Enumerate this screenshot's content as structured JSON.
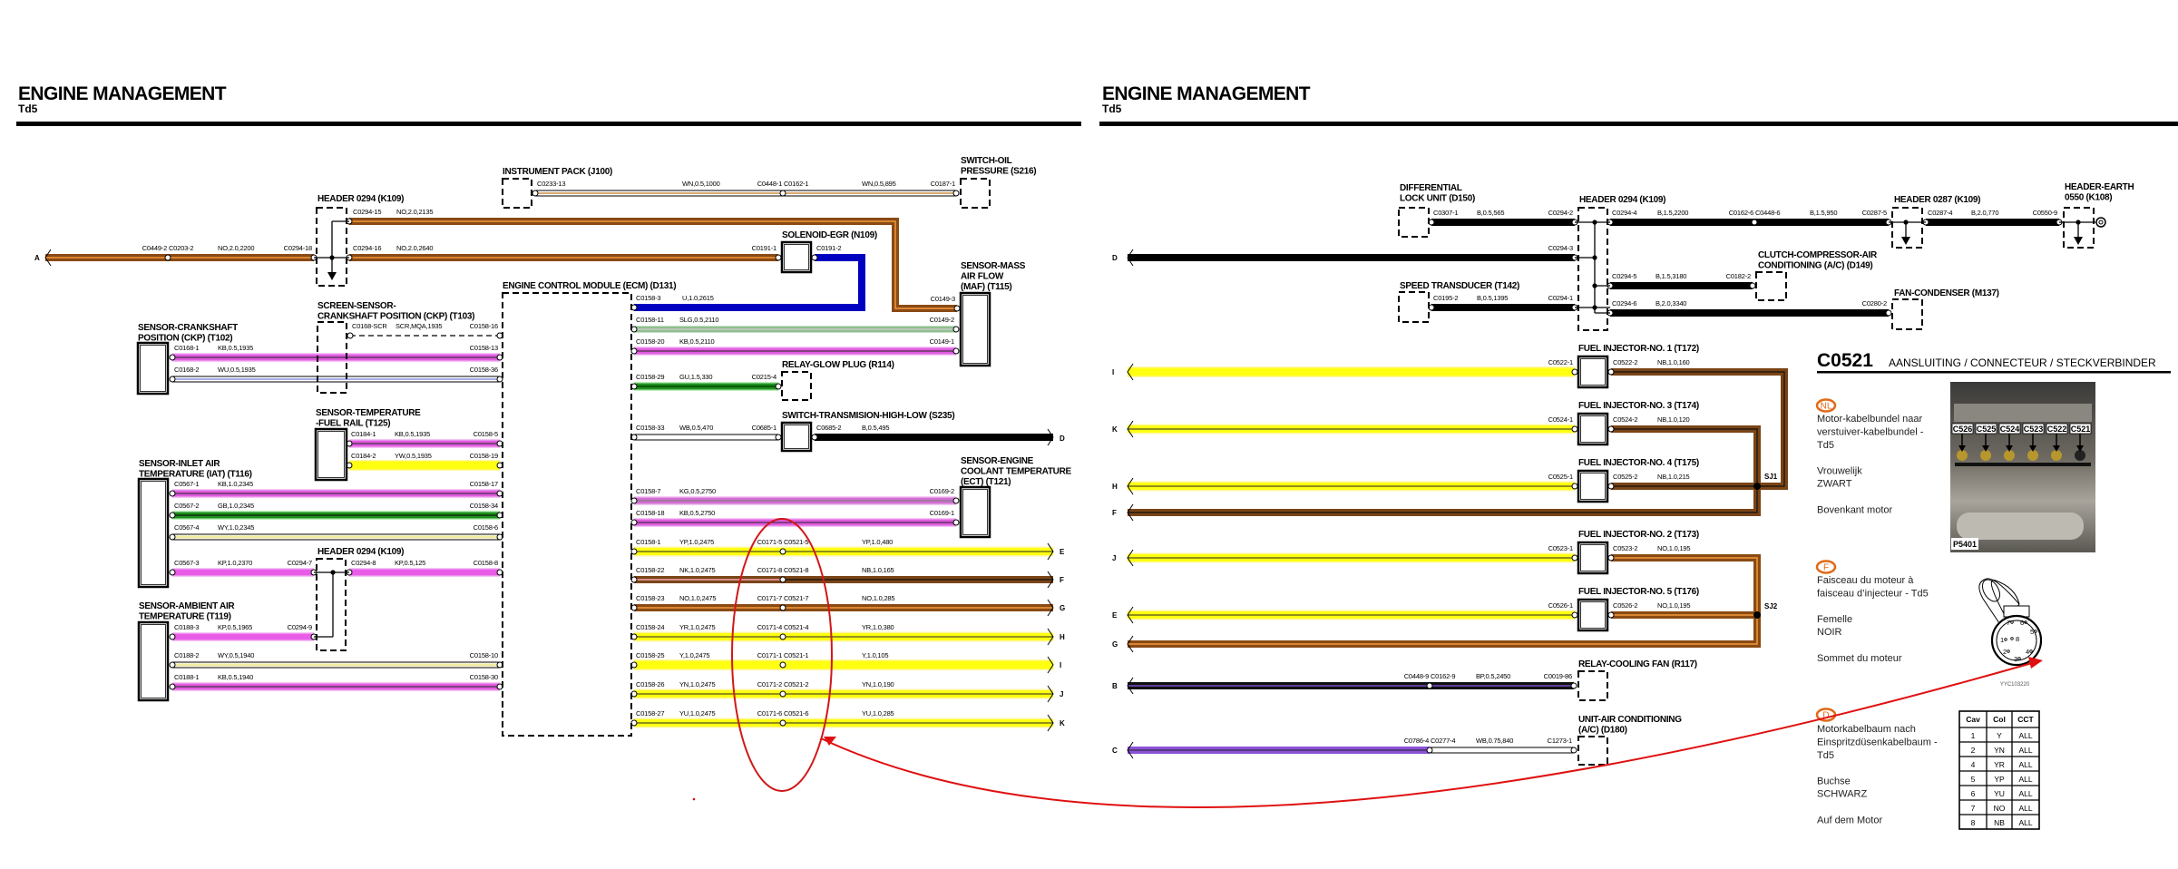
{
  "left": {
    "title": "ENGINE MANAGEMENT",
    "subtitle": "Td5",
    "components": [
      [
        "HEADER 0294 (K109)"
      ],
      [
        "INSTRUMENT PACK (J100)"
      ],
      [
        "SWITCH-OIL",
        "PRESSURE (S216)"
      ],
      [
        "SOLENOID-EGR (N109)"
      ],
      [
        "ENGINE CONTROL MODULE (ECM) (D131)"
      ],
      [
        "SENSOR-MASS",
        "AIR FLOW",
        "(MAF) (T115)"
      ],
      [
        "RELAY-GLOW PLUG (R114)"
      ],
      [
        "SWITCH-TRANSMISION-HIGH-LOW (S235)"
      ],
      [
        "SENSOR-ENGINE",
        "COOLANT TEMPERATURE",
        "(ECT) (T121)"
      ],
      [
        "SENSOR-CRANKSHAFT",
        "POSITION (CKP) (T102)"
      ],
      [
        "SCREEN-SENSOR-",
        "CRANKSHAFT POSITION (CKP) (T103)"
      ],
      [
        "SENSOR-TEMPERATURE",
        "-FUEL RAIL (T125)"
      ],
      [
        "SENSOR-INLET AIR",
        "TEMPERATURE (IAT) (T116)"
      ],
      [
        "HEADER 0294 (K109)"
      ],
      [
        "SENSOR-AMBIENT AIR",
        "TEMPERATURE (T119)"
      ]
    ],
    "wires": [
      {
        "letter": "A",
        "mid": "C0449-2 C0203-2",
        "spec": "NO,2.0,2200",
        "to": "C0294-18"
      },
      {
        "from": "C0294-15",
        "spec": "NO,2.0,2135",
        "to": "C0149-3"
      },
      {
        "from": "C0294-16",
        "spec": "NO,2.0,2640",
        "to": "C0191-1"
      },
      {
        "from": "C0233-13",
        "spec": "WN,0.5,1000",
        "mid": "C0448-1 C0162-1",
        "spec2": "WN,0.5,895",
        "to": "C0187-1"
      },
      {
        "from": "C0158-3",
        "spec": "U,1.0,2615",
        "to": "C0191-2"
      },
      {
        "from": "C0158-11",
        "spec": "SLG,0.5,2110",
        "to": "C0149-2"
      },
      {
        "from": "C0158-20",
        "spec": "KB,0.5,2110",
        "to": "C0149-1"
      },
      {
        "from": "C0158-29",
        "spec": "GU,1.5,330",
        "to": "C0215-4"
      },
      {
        "from": "C0158-33",
        "spec": "WB,0.5,470",
        "to": "C0685-1"
      },
      {
        "from": "C0685-2",
        "spec": "B,0.5,495",
        "letter": "D"
      },
      {
        "from": "C0158-7",
        "spec": "KG,0.5,2750",
        "to": "C0169-2"
      },
      {
        "from": "C0158-18",
        "spec": "KB,0.5,2750",
        "to": "C0169-1"
      },
      {
        "from": "C0158-1",
        "spec": "YP,1.0,2475",
        "mid": "C0171-5 C0521-5",
        "spec2": "YP,1.0,480",
        "letter": "E"
      },
      {
        "from": "C0158-22",
        "spec": "NK,1.0,2475",
        "mid": "C0171-8 C0521-8",
        "spec2": "NB,1.0,165",
        "letter": "F"
      },
      {
        "from": "C0158-23",
        "spec": "NO,1.0,2475",
        "mid": "C0171-7 C0521-7",
        "spec2": "NO,1.0,285",
        "letter": "G"
      },
      {
        "from": "C0158-24",
        "spec": "YR,1.0,2475",
        "mid": "C0171-4 C0521-4",
        "spec2": "YR,1.0,380",
        "letter": "H"
      },
      {
        "from": "C0158-25",
        "spec": "Y,1.0,2475",
        "mid": "C0171-1 C0521-1",
        "spec2": "Y,1.0,105",
        "letter": "I"
      },
      {
        "from": "C0158-26",
        "spec": "YN,1.0,2475",
        "mid": "C0171-2 C0521-2",
        "spec2": "YN,1.0,190",
        "letter": "J"
      },
      {
        "from": "C0158-27",
        "spec": "YU,1.0,2475",
        "mid": "C0171-6 C0521-6",
        "spec2": "YU,1.0,285",
        "letter": "K"
      },
      {
        "from": "C0168-1",
        "spec": "KB,0.5,1935",
        "to": "C0158-13"
      },
      {
        "from": "C0168-2",
        "spec": "WU,0.5,1935",
        "to": "C0158-36"
      },
      {
        "from": "C0168-SCR",
        "spec": "SCR,MQA,1935",
        "to": "C0158-16"
      },
      {
        "from": "C0184-1",
        "spec": "KB,0.5,1935",
        "to": "C0158-5"
      },
      {
        "from": "C0184-2",
        "spec": "YW,0.5,1935",
        "to": "C0158-19"
      },
      {
        "from": "C0567-1",
        "spec": "KB,1.0,2345",
        "to": "C0158-17"
      },
      {
        "from": "C0567-2",
        "spec": "GB,1.0,2345",
        "to": "C0158-34"
      },
      {
        "from": "C0567-4",
        "spec": "WY,1.0,2345",
        "to": "C0158-6"
      },
      {
        "from": "C0567-3",
        "spec": "KP,1.0,2370",
        "to": "C0294-7"
      },
      {
        "from": "C0294-8",
        "spec": "KP,0.5,125",
        "to": "C0158-8"
      },
      {
        "from": "C0188-3",
        "spec": "KP,0.5,1965",
        "to": "C0294-9"
      },
      {
        "from": "C0188-2",
        "spec": "WY,0.5,1940",
        "to": "C0158-10"
      },
      {
        "from": "C0188-1",
        "spec": "KB,0.5,1940",
        "to": "C0158-30"
      }
    ]
  },
  "right": {
    "title": "ENGINE MANAGEMENT",
    "subtitle": "Td5",
    "components": [
      [
        "DIFFERENTIAL",
        "LOCK UNIT (D150)"
      ],
      [
        "SPEED TRANSDUCER (T142)"
      ],
      [
        "HEADER 0294 (K109)"
      ],
      [
        "HEADER 0287 (K109)"
      ],
      [
        "HEADER-EARTH",
        "0550 (K108)"
      ],
      [
        "CLUTCH-COMPRESSOR-AIR",
        "CONDITIONING (A/C) (D149)"
      ],
      [
        "FAN-CONDENSER (M137)"
      ],
      [
        "FUEL INJECTOR-NO. 1 (T172)"
      ],
      [
        "FUEL INJECTOR-NO. 3 (T174)"
      ],
      [
        "FUEL INJECTOR-NO. 4 (T175)"
      ],
      [
        "FUEL INJECTOR-NO. 2 (T173)"
      ],
      [
        "FUEL INJECTOR-NO. 5 (T176)"
      ],
      [
        "RELAY-COOLING FAN (R117)"
      ],
      [
        "UNIT-AIR CONDITIONING",
        "(A/C) (D180)"
      ]
    ],
    "wires": [
      {
        "letter": "D",
        "to": "C0294-3"
      },
      {
        "from": "C0307-1",
        "spec": "B,0.5,565",
        "to": "C0294-2"
      },
      {
        "from": "C0195-2",
        "spec": "B,0.5,1395",
        "to": "C0294-1"
      },
      {
        "from": "C0294-4",
        "spec": "B,1.5,2200",
        "mid": "C0162-6 C0448-6",
        "spec2": "B,1.5,950",
        "to": "C0287-5"
      },
      {
        "from": "C0287-4",
        "spec": "B,2.0,770",
        "to": "C0550-9"
      },
      {
        "from": "C0294-5",
        "spec": "B,1.5,3180",
        "to": "C0182-2"
      },
      {
        "from": "C0294-6",
        "spec": "B,2.0,3340",
        "to": "C0280-2"
      },
      {
        "letter": "I",
        "to": "C0522-1"
      },
      {
        "letter": "K",
        "to": "C0524-1"
      },
      {
        "letter": "H",
        "to": "C0525-1"
      },
      {
        "letter": "J",
        "to": "C0523-1"
      },
      {
        "letter": "E",
        "to": "C0526-1"
      },
      {
        "from": "C0522-2",
        "spec": "NB,1.0,160"
      },
      {
        "from": "C0524-2",
        "spec": "NB,1.0,120",
        "letter": "F"
      },
      {
        "from": "C0525-2",
        "spec": "NB,1.0,215",
        "junction": "SJ1"
      },
      {
        "from": "C0523-2",
        "spec": "NO,1.0,195",
        "letter": "G"
      },
      {
        "from": "C0526-2",
        "spec": "NO,1.0,195",
        "junction": "SJ2"
      },
      {
        "letter": "B",
        "mid": "C0448-9 C0162-9",
        "spec": "BP,0.5,2450",
        "to": "C0019-86"
      },
      {
        "letter": "C",
        "mid": "C0786-4 C0277-4",
        "spec": "WB,0.75,840",
        "to": "C1273-1"
      }
    ]
  },
  "connector": {
    "code": "C0521",
    "title": "AANSLUITING / CONNECTEUR / STECKVERBINDER",
    "langs": [
      {
        "badge": "NL",
        "desc": [
          "Motor-kabelbundel naar",
          "verstuiver-kabelbundel -",
          "Td5"
        ],
        "gender": "Vrouwelijk",
        "colour": "ZWART",
        "location": "Bovenkant motor"
      },
      {
        "badge": "F",
        "desc": [
          "Faisceau du moteur à",
          "faisceau d’injecteur - Td5"
        ],
        "gender": "Femelle",
        "colour": "NOIR",
        "location": "Sommet du moteur"
      },
      {
        "badge": "D",
        "desc": [
          "Motorkabelbaum nach",
          "Einspritzdüsenkabelbaum -",
          "Td5"
        ],
        "gender": "Buchse",
        "colour": "SCHWARZ",
        "location": "Auf dem Motor"
      }
    ],
    "photo": {
      "labels": [
        "C526",
        "C525",
        "C524",
        "C523",
        "C522",
        "C521"
      ],
      "id": "P5401"
    },
    "drawing": {
      "id": "YYC103220",
      "pins": [
        "1",
        "2",
        "3",
        "4",
        "5",
        "6",
        "7",
        "8"
      ]
    },
    "table": {
      "headers": [
        "Cav",
        "Col",
        "CCT"
      ],
      "rows": [
        [
          "1",
          "Y",
          "ALL"
        ],
        [
          "2",
          "YN",
          "ALL"
        ],
        [
          "4",
          "YR",
          "ALL"
        ],
        [
          "5",
          "YP",
          "ALL"
        ],
        [
          "6",
          "YU",
          "ALL"
        ],
        [
          "7",
          "NO",
          "ALL"
        ],
        [
          "8",
          "NB",
          "ALL"
        ]
      ]
    }
  },
  "colors": {
    "annotation": "#e01010",
    "badge": "#e06a18",
    "brown": "#8a4a14",
    "yellow": "#ffff10",
    "pink": "#e05ce0",
    "blue": "#0000c0",
    "green": "#1f8f1f"
  }
}
